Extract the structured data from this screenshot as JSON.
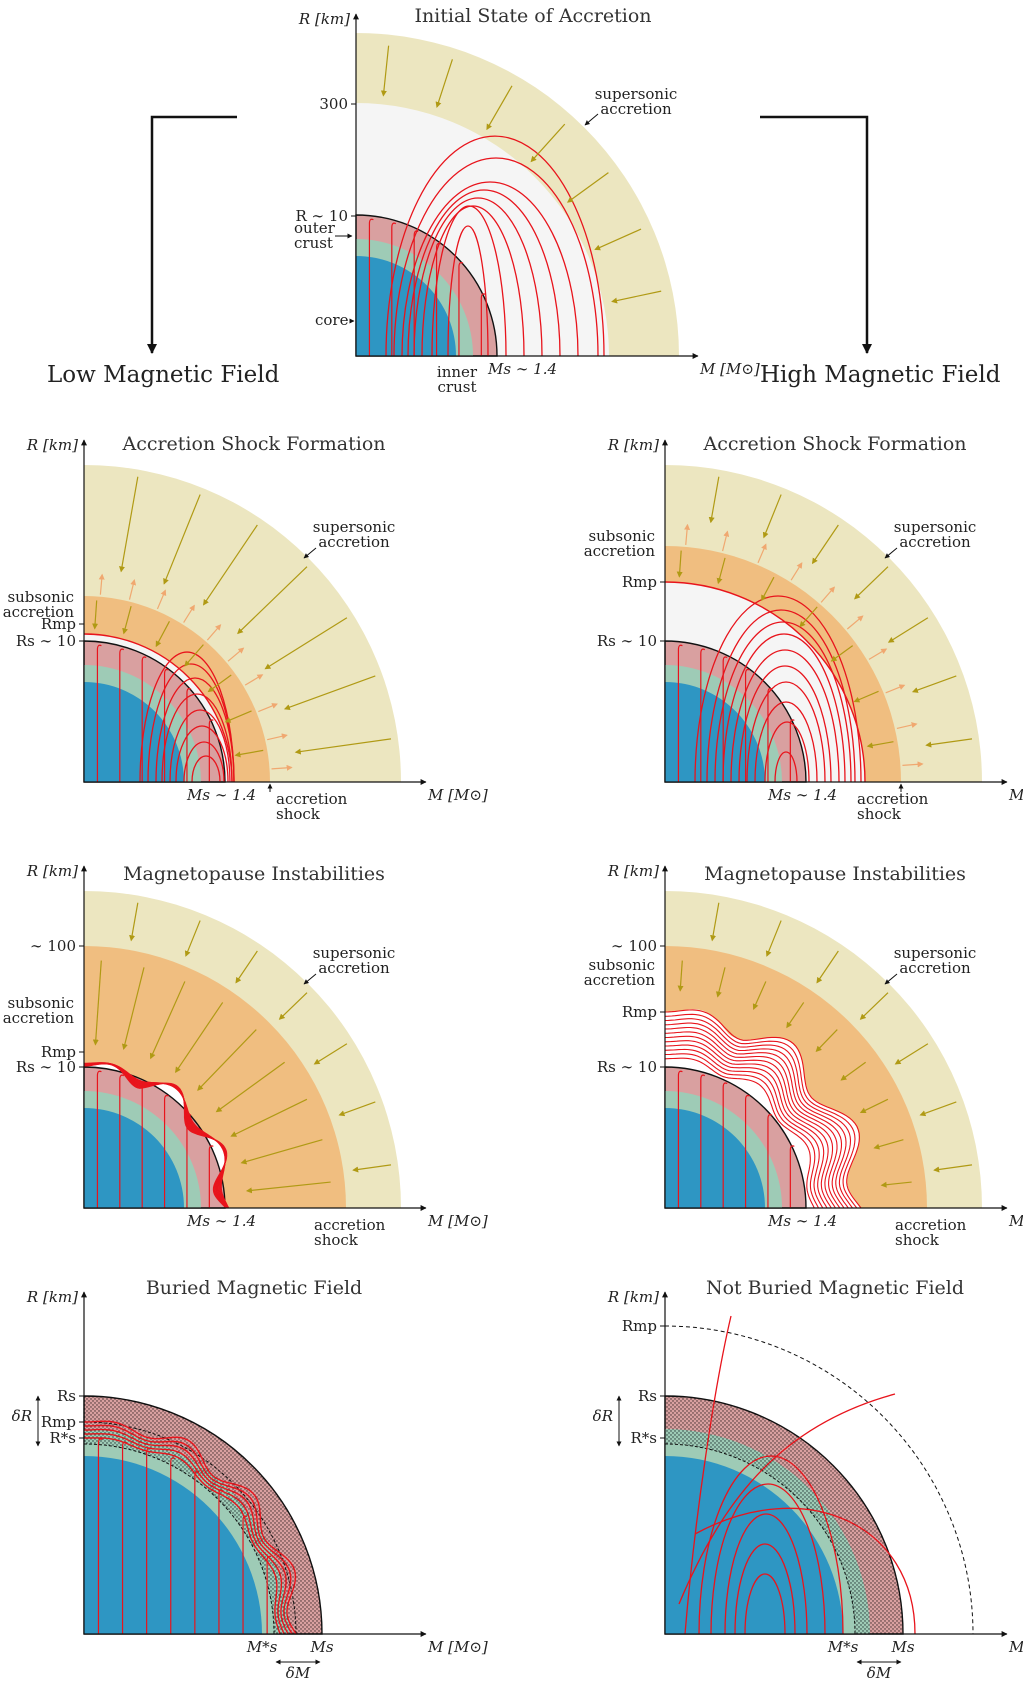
{
  "top": {
    "title": "Initial State of Accretion",
    "y_axis": "R [km]",
    "x_axis": "M [M⊙]",
    "tick_300": "300",
    "tick_rs": "R ∼ 10",
    "outer_crust": [
      "outer",
      "crust"
    ],
    "core": "core",
    "inner_crust": [
      "inner",
      "crust"
    ],
    "ms": "Ms ∼ 1.4",
    "supersonic": [
      "supersonic",
      "accretion"
    ]
  },
  "branch": {
    "low": "Low Magnetic Field",
    "high": "High Magnetic Field"
  },
  "row2": {
    "title": "Accretion Shock Formation",
    "y_axis": "R [km]",
    "x_axis": "M [M⊙]",
    "supersonic": [
      "supersonic",
      "accretion"
    ],
    "subsonic": [
      "subsonic",
      "accretion"
    ],
    "rmp": "Rmp",
    "rs": "Rs ∼ 10",
    "ms": "Ms ∼ 1.4",
    "shock": [
      "accretion",
      "shock"
    ]
  },
  "row3": {
    "title": "Magnetopause Instabilities",
    "y_axis": "R [km]",
    "x_axis": "M [M⊙]",
    "tick_100": "∼ 100",
    "supersonic": [
      "supersonic",
      "accretion"
    ],
    "subsonic": [
      "subsonic",
      "accretion"
    ],
    "rmp": "Rmp",
    "rs": "Rs ∼ 10",
    "ms": "Ms ∼ 1.4",
    "shock": [
      "accretion",
      "shock"
    ]
  },
  "row4": {
    "left_title": "Buried Magnetic Field",
    "right_title": "Not Buried Magnetic Field",
    "y_axis": "R [km]",
    "x_axis": "M [M⊙]",
    "rs": "Rs",
    "rmp": "Rmp",
    "rs_star": "R*s",
    "delta_r": "δR",
    "ms_star": "M*s",
    "ms": "Ms",
    "delta_m": "δM"
  },
  "colors": {
    "supersonic_region": "#ece6c0",
    "subsonic_region": "#f0be80",
    "magnetosphere": "#f5f5f5",
    "outer_crust": "#d9a0a0",
    "inner_crust": "#9ecbb6",
    "core": "#2e96c3",
    "field_lines": "#e8141c",
    "arrows_in": "#b09a14",
    "arrows_out": "#f0a870"
  }
}
